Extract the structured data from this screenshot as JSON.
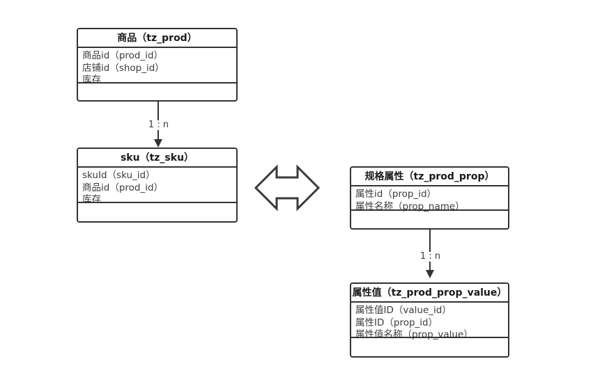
{
  "diagram": {
    "title": "",
    "stroke_color": "#333333",
    "text_color": "#3c3c3c",
    "background": "#ffffff",
    "entities": [
      {
        "id": "tz_prod",
        "title": "商品（tz_prod）",
        "attributes": [
          "商品id（prod_id）",
          "店铺id（shop_id）",
          "库存"
        ],
        "operations": []
      },
      {
        "id": "tz_sku",
        "title": "sku（tz_sku）",
        "attributes": [
          "skuId（sku_id）",
          "商品id（prod_id）",
          "库存"
        ],
        "operations": []
      },
      {
        "id": "tz_prod_prop",
        "title": "规格属性（tz_prod_prop）",
        "attributes": [
          "属性id（prop_id）",
          "属性名称（prop_name）"
        ],
        "operations": []
      },
      {
        "id": "tz_prod_prop_value",
        "title": "属性值（tz_prod_prop_value）",
        "attributes": [
          "属性值ID（value_id）",
          "属性ID（prop_id）",
          "属性值名称（prop_value）"
        ],
        "operations": []
      }
    ],
    "relations": [
      {
        "id": "prod-to-sku",
        "from": "tz_prod",
        "to": "tz_sku",
        "label": "1 : n"
      },
      {
        "id": "prop-to-prop-value",
        "from": "tz_prod_prop",
        "to": "tz_prod_prop_value",
        "label": "1 : n"
      }
    ],
    "connectors": [
      {
        "id": "sku-prop-link",
        "icon": "double-arrow-horizontal-icon",
        "label": ""
      }
    ]
  }
}
